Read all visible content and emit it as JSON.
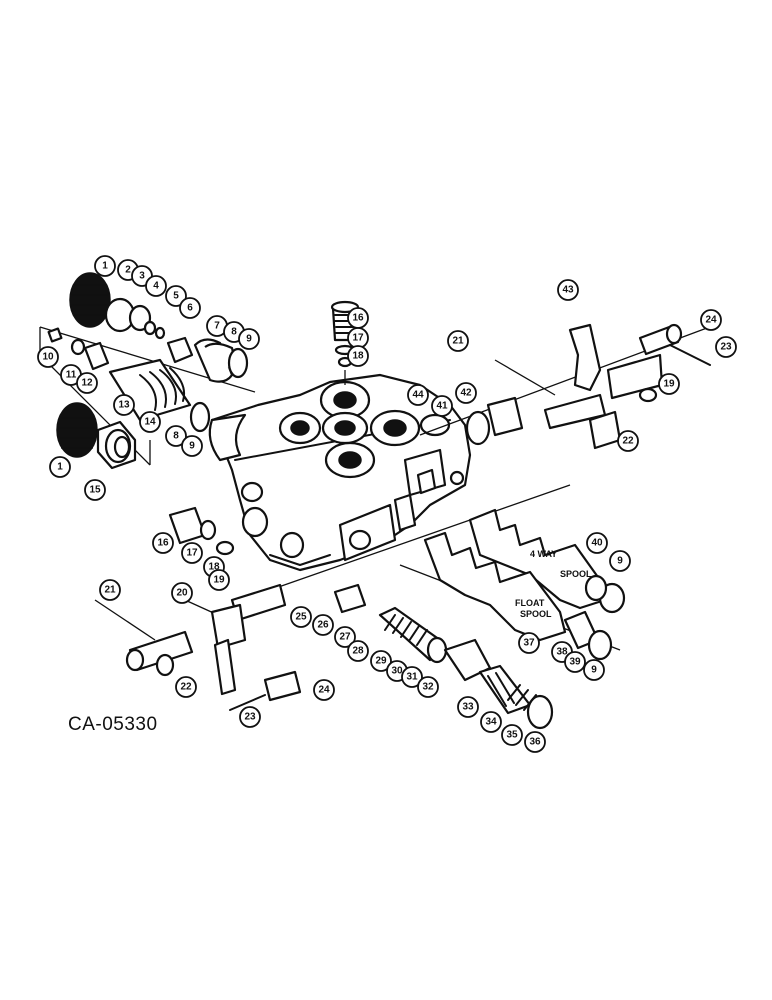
{
  "figure_code": "CA-05330",
  "spool_labels": {
    "four_way": "4 WAY",
    "spool_a": "SPOOL",
    "float": "FLOAT",
    "spool_b": "SPOOL"
  },
  "callouts": [
    "1",
    "2",
    "3",
    "4",
    "5",
    "6",
    "7",
    "8",
    "9",
    "10",
    "11",
    "12",
    "13",
    "14",
    "8",
    "9",
    "1",
    "15",
    "16",
    "17",
    "18",
    "44",
    "21",
    "42",
    "41",
    "43",
    "24",
    "23",
    "19",
    "22",
    "40",
    "9",
    "16",
    "17",
    "18",
    "19",
    "21",
    "20",
    "25",
    "26",
    "27",
    "28",
    "29",
    "30",
    "31",
    "32",
    "37",
    "38",
    "39",
    "9",
    "33",
    "34",
    "35",
    "36",
    "22",
    "24",
    "23"
  ]
}
